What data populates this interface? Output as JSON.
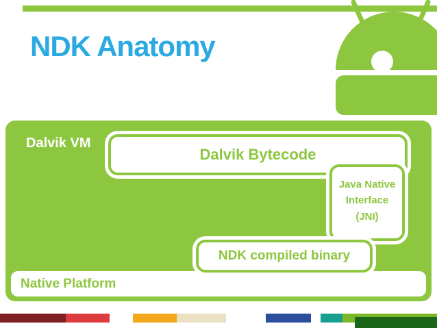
{
  "slide": {
    "title": "NDK Anatomy",
    "colors": {
      "green": "#8DC63F",
      "title_blue": "#2BA9E1",
      "dark_green": "#1B6618"
    }
  },
  "diagram": {
    "dalvik_vm_label": "Dalvik VM",
    "dalvik_bytecode_label": "Dalvik Bytecode",
    "jni_lines": [
      "Java Native",
      "Interface",
      "(JNI)"
    ],
    "ndk_label": "NDK compiled binary",
    "native_platform_label": "Native Platform"
  },
  "footer": {
    "stripe_segments": [
      {
        "color": "#7E2024",
        "width": 96
      },
      {
        "color": "#DE3B3E",
        "width": 64
      },
      {
        "color": "#FFFFFF",
        "width": 34
      },
      {
        "color": "#F3A71C",
        "width": 64
      },
      {
        "color": "#EAE0C2",
        "width": 72
      },
      {
        "color": "#FFFFFF",
        "width": 58
      },
      {
        "color": "#2C4E9E",
        "width": 66
      },
      {
        "color": "#FFFFFF",
        "width": 14
      },
      {
        "color": "#199E92",
        "width": 32
      },
      {
        "color": "#7AB82A",
        "width": 138
      }
    ]
  }
}
